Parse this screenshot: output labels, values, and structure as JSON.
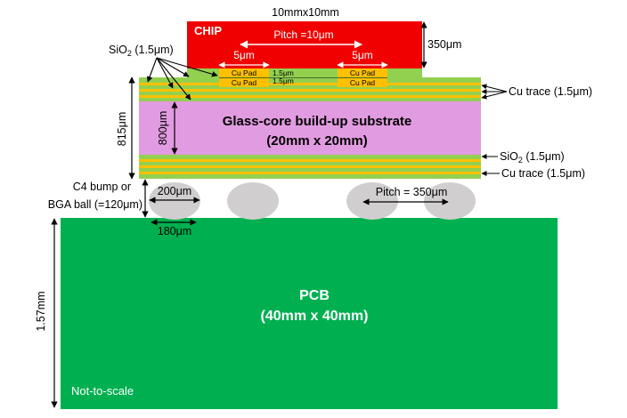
{
  "colors": {
    "chip": "#f00000",
    "substrate_core": "#e19be0",
    "layer_green": "#92d050",
    "trace_orange": "#ffc000",
    "pad_yellow": "#ffc000",
    "bump_gray": "#d0cece",
    "pcb": "#00b050",
    "arrow": "#000000"
  },
  "chip": {
    "label": "CHIP",
    "size": "10mmx10mm",
    "pitch": "Pitch =10μm",
    "thickness": "350μm",
    "pad_width_left": "5μm",
    "pad_width_right": "5μm",
    "pad_label": "Cu Pad",
    "pad_gap_top": "1.5μm",
    "pad_gap_bottom": "1.5μm"
  },
  "substrate": {
    "title_line1": "Glass-core build-up substrate",
    "title_line2": "(20mm x 20mm)",
    "total_thickness": "815μm",
    "core_thickness": "800μm",
    "sio2_left_prefix": "SiO",
    "sio2_left_sub": "2",
    "sio2_left_suffix": " (1.5μm)",
    "cu_trace_top": "Cu trace (1.5μm)",
    "sio2_right_prefix": "SiO",
    "sio2_right_sub": "2",
    "sio2_right_suffix": " (1.5μm)",
    "cu_trace_bottom": "Cu trace (1.5μm)"
  },
  "bumps": {
    "label_line1": "C4 bump or",
    "label_line2": "BGA ball (=120μm)",
    "diameter": "200μm",
    "spacing": "180μm",
    "pitch": "Pitch = 350μm"
  },
  "pcb": {
    "label": "PCB",
    "size": "(40mm x 40mm)",
    "thickness": "1.57mm",
    "note": "Not-to-scale"
  }
}
